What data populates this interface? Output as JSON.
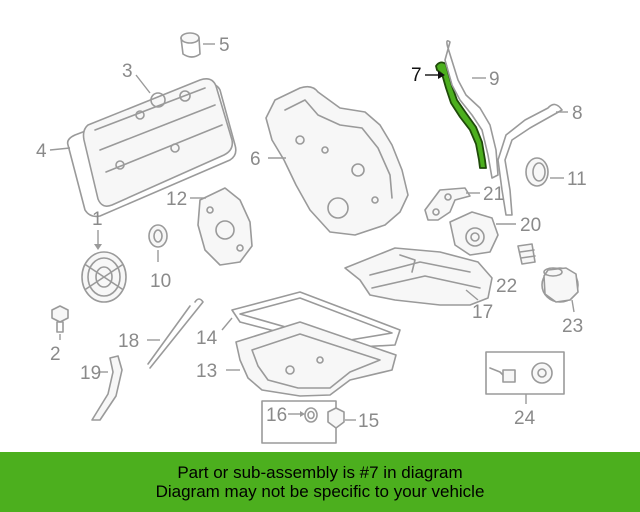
{
  "callouts": {
    "c1": "1",
    "c2": "2",
    "c3": "3",
    "c4": "4",
    "c5": "5",
    "c6": "6",
    "c7": "7",
    "c8": "8",
    "c9": "9",
    "c10": "10",
    "c11": "11",
    "c12": "12",
    "c13": "13",
    "c14": "14",
    "c15": "15",
    "c16": "16",
    "c17": "17",
    "c18": "18",
    "c19": "19",
    "c20": "20",
    "c21": "21",
    "c22": "22",
    "c23": "23",
    "c24": "24"
  },
  "highlighted_part": "7",
  "colors": {
    "highlight": "#4caf1e",
    "banner_bg": "#4caf1e",
    "line": "#9a9a9a"
  },
  "banner": {
    "line1": "Part or sub-assembly is #7 in diagram",
    "line2": "Diagram may not be specific to your vehicle"
  }
}
